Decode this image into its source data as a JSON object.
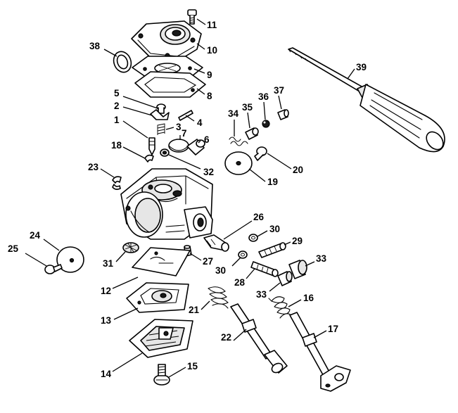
{
  "callouts": {
    "c1": "1",
    "c2": "2",
    "c3": "3",
    "c4": "4",
    "c5": "5",
    "c6": "6",
    "c7": "7",
    "c8": "8",
    "c9": "9",
    "c10": "10",
    "c11": "11",
    "c12": "12",
    "c13": "13",
    "c14": "14",
    "c15": "15",
    "c16": "16",
    "c17": "17",
    "c18": "18",
    "c19": "19",
    "c20": "20",
    "c21a": "21",
    "c22": "22",
    "c23": "23",
    "c24": "24",
    "c25": "25",
    "c26": "26",
    "c27": "27",
    "c28": "28",
    "c29": "29",
    "c30a": "30",
    "c30b": "30",
    "c31": "31",
    "c32": "32",
    "c33a": "33",
    "c33b": "33",
    "c34": "34",
    "c35": "35",
    "c36": "36",
    "c37": "37",
    "c38": "38",
    "c39": "39"
  }
}
